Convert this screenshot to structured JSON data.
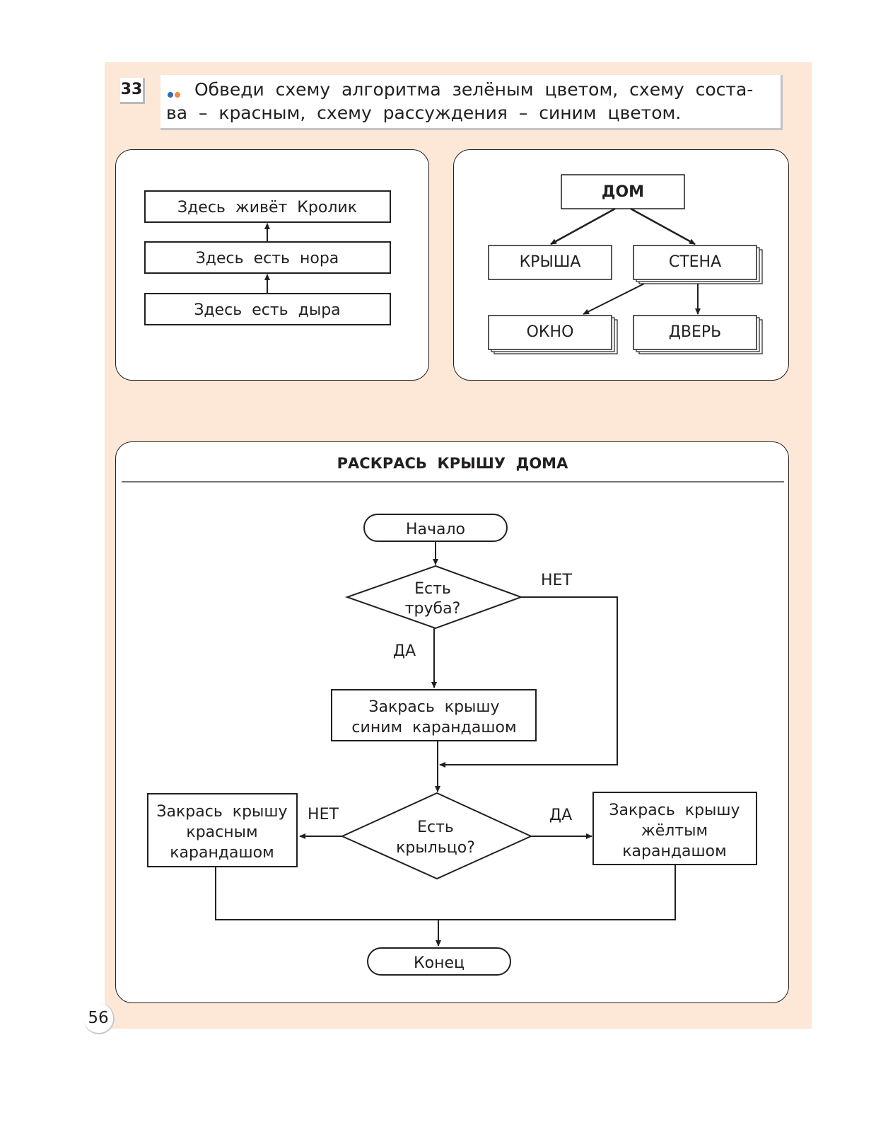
{
  "task": {
    "number": "33",
    "dot_colors": [
      "#2e6db5",
      "#f08a3c"
    ],
    "line1": "Обведи  схему  алгоритма  зелёным  цветом,  схему  соста-",
    "line2": "ва  –  красным,  схему  рассуждения  –  синим  цветом."
  },
  "reasoning_scheme": {
    "top": "Здесь  живёт  Кролик",
    "middle": "Здесь  есть  нора",
    "bottom": "Здесь  есть  дыра"
  },
  "composition_scheme": {
    "root": "ДОМ",
    "roof": "КРЫША",
    "wall": "СТЕНА",
    "window": "ОКНО",
    "door": "ДВЕРЬ"
  },
  "algorithm": {
    "title": "РАСКРАСЬ  КРЫШУ  ДОМА",
    "start": "Начало",
    "q1_line1": "Есть",
    "q1_line2": "труба?",
    "no_label_1": "НЕТ",
    "yes_label_1": "ДА",
    "blue_line1": "Закрась  крышу",
    "blue_line2": "синим  карандашом",
    "q2_line1": "Есть",
    "q2_line2": "крыльцо?",
    "no_label_2": "НЕТ",
    "yes_label_2": "ДА",
    "red_line1": "Закрась  крышу",
    "red_line2": "красным",
    "red_line3": "карандашом",
    "yellow_line1": "Закрась  крышу",
    "yellow_line2": "жёлтым",
    "yellow_line3": "карандашом",
    "end": "Конец"
  },
  "page_number": "56"
}
